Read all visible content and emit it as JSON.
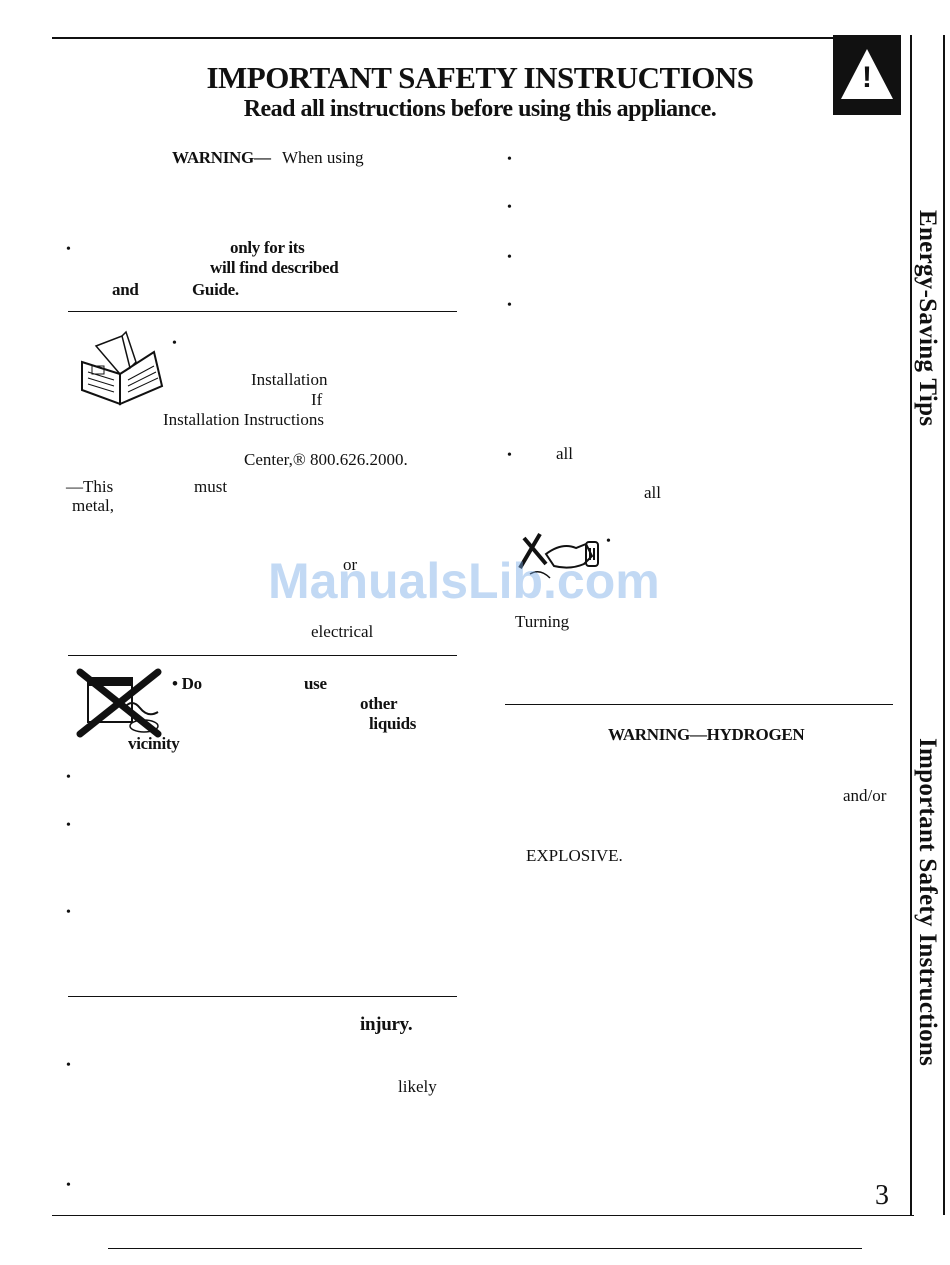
{
  "header": {
    "title": "IMPORTANT SAFETY INSTRUCTIONS",
    "subtitle": "Read all instructions before using this appliance."
  },
  "left_column": {
    "warning_label": "WARNING—",
    "warning_text": "When using",
    "only_for_its": "only for its",
    "will_find_described": "will find described",
    "and": "and",
    "guide": "Guide.",
    "installation": "Installation",
    "if_word": "If",
    "installation_instructions": "Installation Instructions",
    "center_phone": "Center,® 800.626.2000.",
    "this": "—This",
    "must": "must",
    "metal": "metal,",
    "or_word": "or",
    "electrical": "electrical",
    "do": "Do",
    "use": "use",
    "other": "other",
    "liquids": "liquids",
    "vicinity": "vicinity",
    "injury": "injury.",
    "likely": "likely"
  },
  "right_column": {
    "all_1": "all",
    "all_2": "all",
    "turning": "Turning",
    "warning_hydrogen": "WARNING—HYDROGEN",
    "and_or": "and/or",
    "explosive": "EXPLOSIVE."
  },
  "sidebar": {
    "energy_tab": "Energy-Saving Tips",
    "safety_tab": "Important Safety Instructions",
    "warning_symbol": "!"
  },
  "footer": {
    "page_number": "3"
  },
  "watermark": {
    "text": "ManualsLib.com"
  },
  "icons": {
    "warning": "warning-triangle-icon",
    "manual": "open-book-icon",
    "no_flammable": "no-flammable-storage-icon",
    "unplug": "unplug-cord-icon"
  }
}
